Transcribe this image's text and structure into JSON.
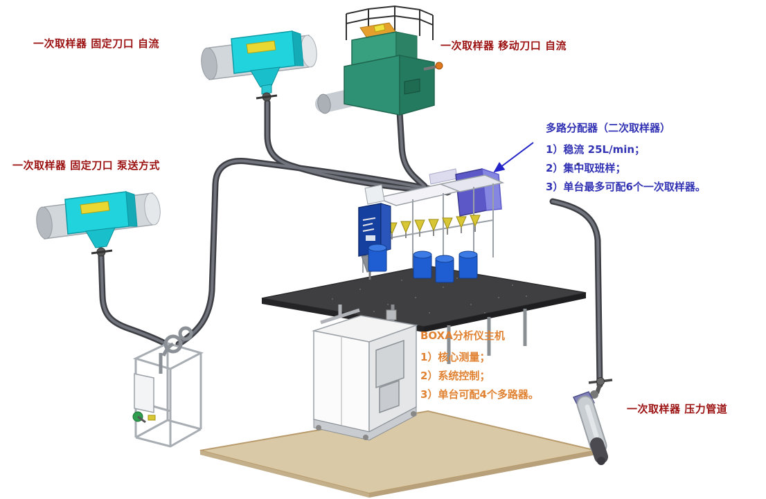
{
  "labels": {
    "sampler_fixed_gravity": "一次取样器 固定刀口 自流",
    "sampler_moving_gravity": "一次取样器 移动刀口 自流",
    "sampler_fixed_pump": "一次取样器 固定刀口 泵送方式",
    "sampler_pressure_pipe": "一次取样器 压力管道"
  },
  "distributor_note": {
    "title": "多路分配器（二次取样器）",
    "items": [
      "1）稳流 25L/min；",
      "2）集中取班样；",
      "3）单台最多可配6个一次取样器。"
    ]
  },
  "analyzer_note": {
    "title": "BOXA分析仪主机",
    "items": [
      "1）核心测量；",
      "2）系统控制；",
      "3）单台可配4个多路器。"
    ]
  },
  "colors": {
    "label_red": "#9b1010",
    "note_blue": "#3232b4",
    "note_orange": "#e08232",
    "sampler_cyan": "#21d3dd",
    "machine_green": "#2f9173",
    "pipe_gray": "#3d3f45",
    "platform_dark": "#3f3f41",
    "floor_tan": "#d9c9a6"
  }
}
